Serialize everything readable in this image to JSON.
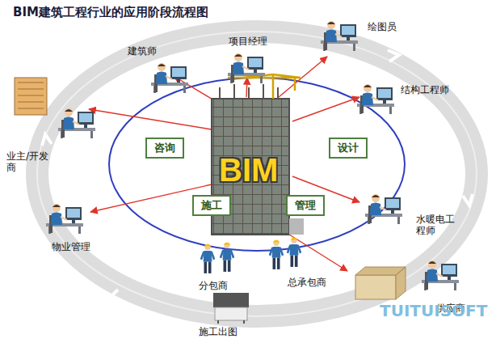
{
  "diagram": {
    "title": "BIM建筑工程行业的应用阶段流程图",
    "nodes": [
      {
        "text": [
          "咨询"
        ]
      },
      {
        "text": [
          "设计"
        ]
      },
      {
        "text": [
          "施工"
        ]
      },
      {
        "text": [
          "管理"
        ]
      }
    ],
    "labels": [
      "BIM",
      "建筑师",
      "项目经理",
      "绘图员",
      "结构工程师",
      "水暖电工程师",
      "供应商",
      "总承包商",
      "分包商",
      "施工出图",
      "物业管理",
      "业主/开发商",
      "TUITUISOFT"
    ]
  }
}
